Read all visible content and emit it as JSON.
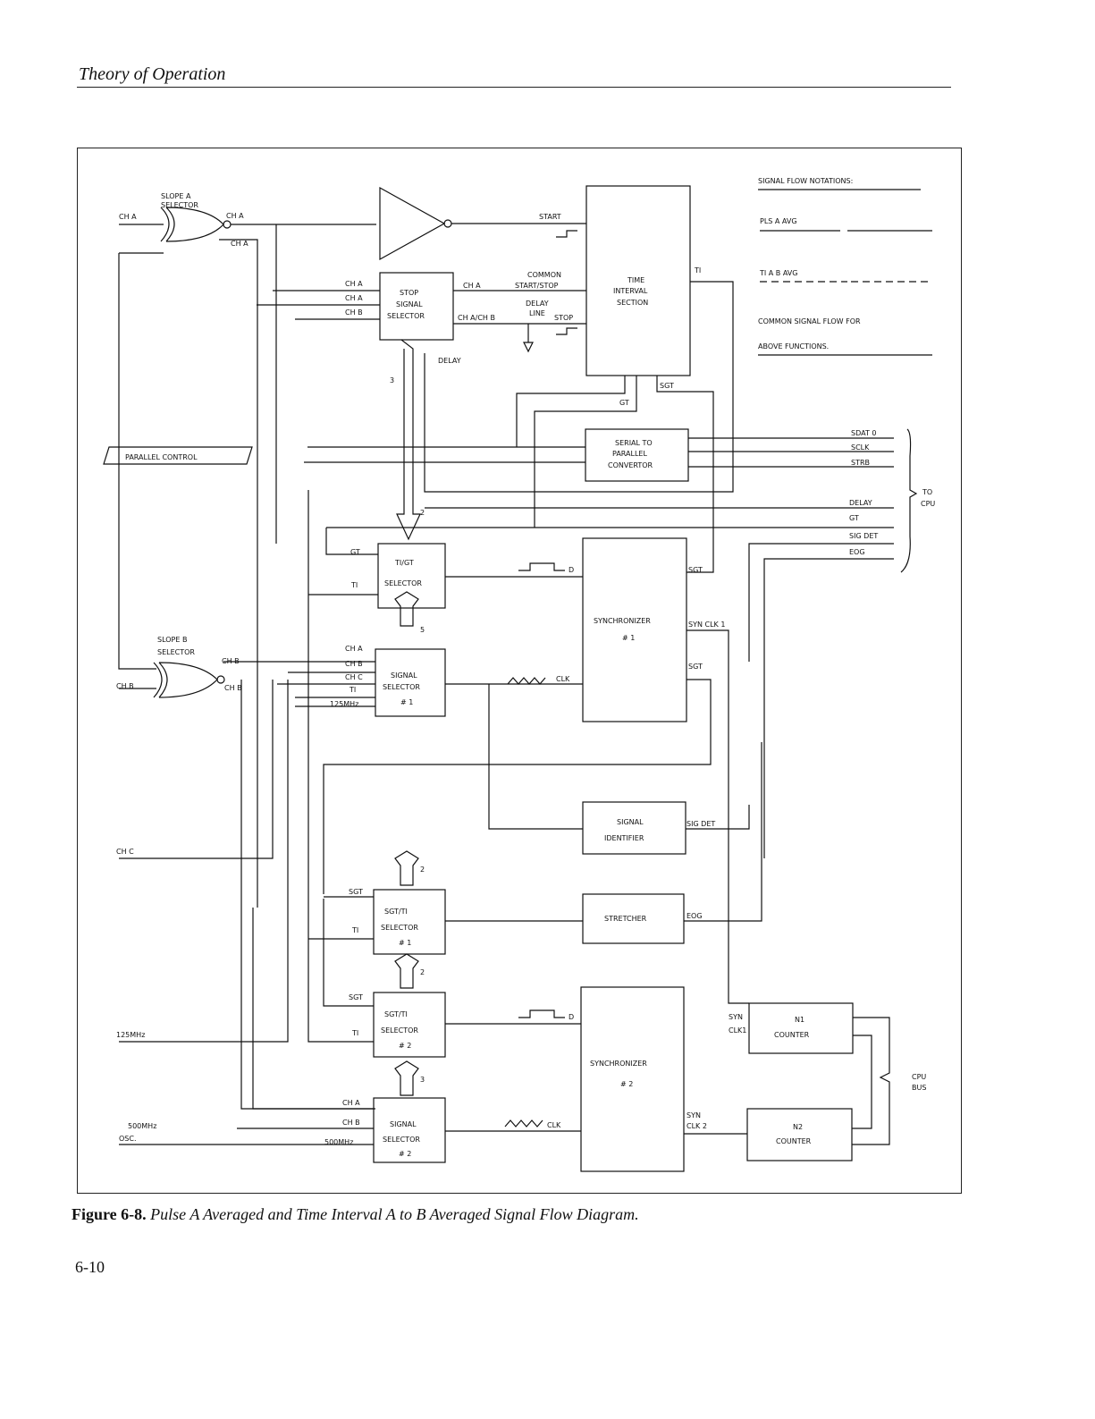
{
  "header": {
    "title": "Theory of Operation"
  },
  "caption": {
    "number": "Figure 6-8.",
    "text": "Pulse A Averaged and Time Interval A to B Averaged Signal Flow Diagram."
  },
  "page_number": "6-10",
  "notation": {
    "title": "SIGNAL FLOW NOTATIONS:",
    "pls": "PLS A AVG",
    "ti": "TI A B AVG",
    "common_1": "COMMON SIGNAL FLOW FOR",
    "common_2": "ABOVE FUNCTIONS."
  },
  "blocks": {
    "slope_a_1": "SLOPE A",
    "slope_a_2": "SELECTOR",
    "slope_b_1": "SLOPE B",
    "slope_b_2": "SELECTOR",
    "stop_1": "STOP",
    "stop_2": "SIGNAL",
    "stop_3": "SELECTOR",
    "tis_1": "TIME",
    "tis_2": "INTERVAL",
    "tis_3": "SECTION",
    "stp_1": "SERIAL TO",
    "stp_2": "PARALLEL",
    "stp_3": "CONVERTOR",
    "tigt_1": "TI/GT",
    "tigt_2": "SELECTOR",
    "sync1_1": "SYNCHRONIZER",
    "sync1_2": "# 1",
    "ss1_1": "SIGNAL",
    "ss1_2": "SELECTOR",
    "ss1_3": "# 1",
    "sid_1": "SIGNAL",
    "sid_2": "IDENTIFIER",
    "stretcher": "STRETCHER",
    "sgt1_1": "SGT/TI",
    "sgt1_2": "SELECTOR",
    "sgt1_3": "# 1",
    "sgt2_1": "SGT/TI",
    "sgt2_2": "SELECTOR",
    "sgt2_3": "# 2",
    "sync2_1": "SYNCHRONIZER",
    "sync2_2": "# 2",
    "ss2_1": "SIGNAL",
    "ss2_2": "SELECTOR",
    "ss2_3": "# 2",
    "n1_1": "N1",
    "n1_2": "COUNTER",
    "n2_1": "N2",
    "n2_2": "COUNTER",
    "parallel_control": "PARALLEL CONTROL"
  },
  "signals": {
    "ch_a": "CH A",
    "ch_b": "CH B",
    "ch_c": "CH C",
    "start": "START",
    "common_ss_1": "COMMON",
    "common_ss_2": "START/STOP",
    "delay_line_1": "DELAY",
    "delay_line_2": "LINE",
    "stop": "STOP",
    "cha_chb": "CH A/CH B",
    "delay": "DELAY",
    "ti": "TI",
    "sgt": "SGT",
    "gt": "GT",
    "sdat": "SDAT 0",
    "sclk": "SCLK",
    "strb": "STRB",
    "delay_out": "DELAY",
    "gt_out": "GT",
    "sig_det": "SIG DET",
    "eog": "EOG",
    "to_cpu_1": "TO",
    "to_cpu_2": "CPU",
    "d": "D",
    "clk": "CLK",
    "syn_clk1": "SYN CLK 1",
    "sig_det_in": "SIG DET",
    "eog_in": "EOG",
    "mhz125": "125MHz",
    "mhz500": "500MHz",
    "osc_1": "500MHz",
    "osc_2": "OSC.",
    "syn": "SYN",
    "clk1": "CLK1",
    "syn2": "SYN",
    "clk2": "CLK 2",
    "cpu_bus_1": "CPU",
    "cpu_bus_2": "BUS",
    "bus_3": "3",
    "bus_2": "2",
    "bus_5": "5"
  }
}
